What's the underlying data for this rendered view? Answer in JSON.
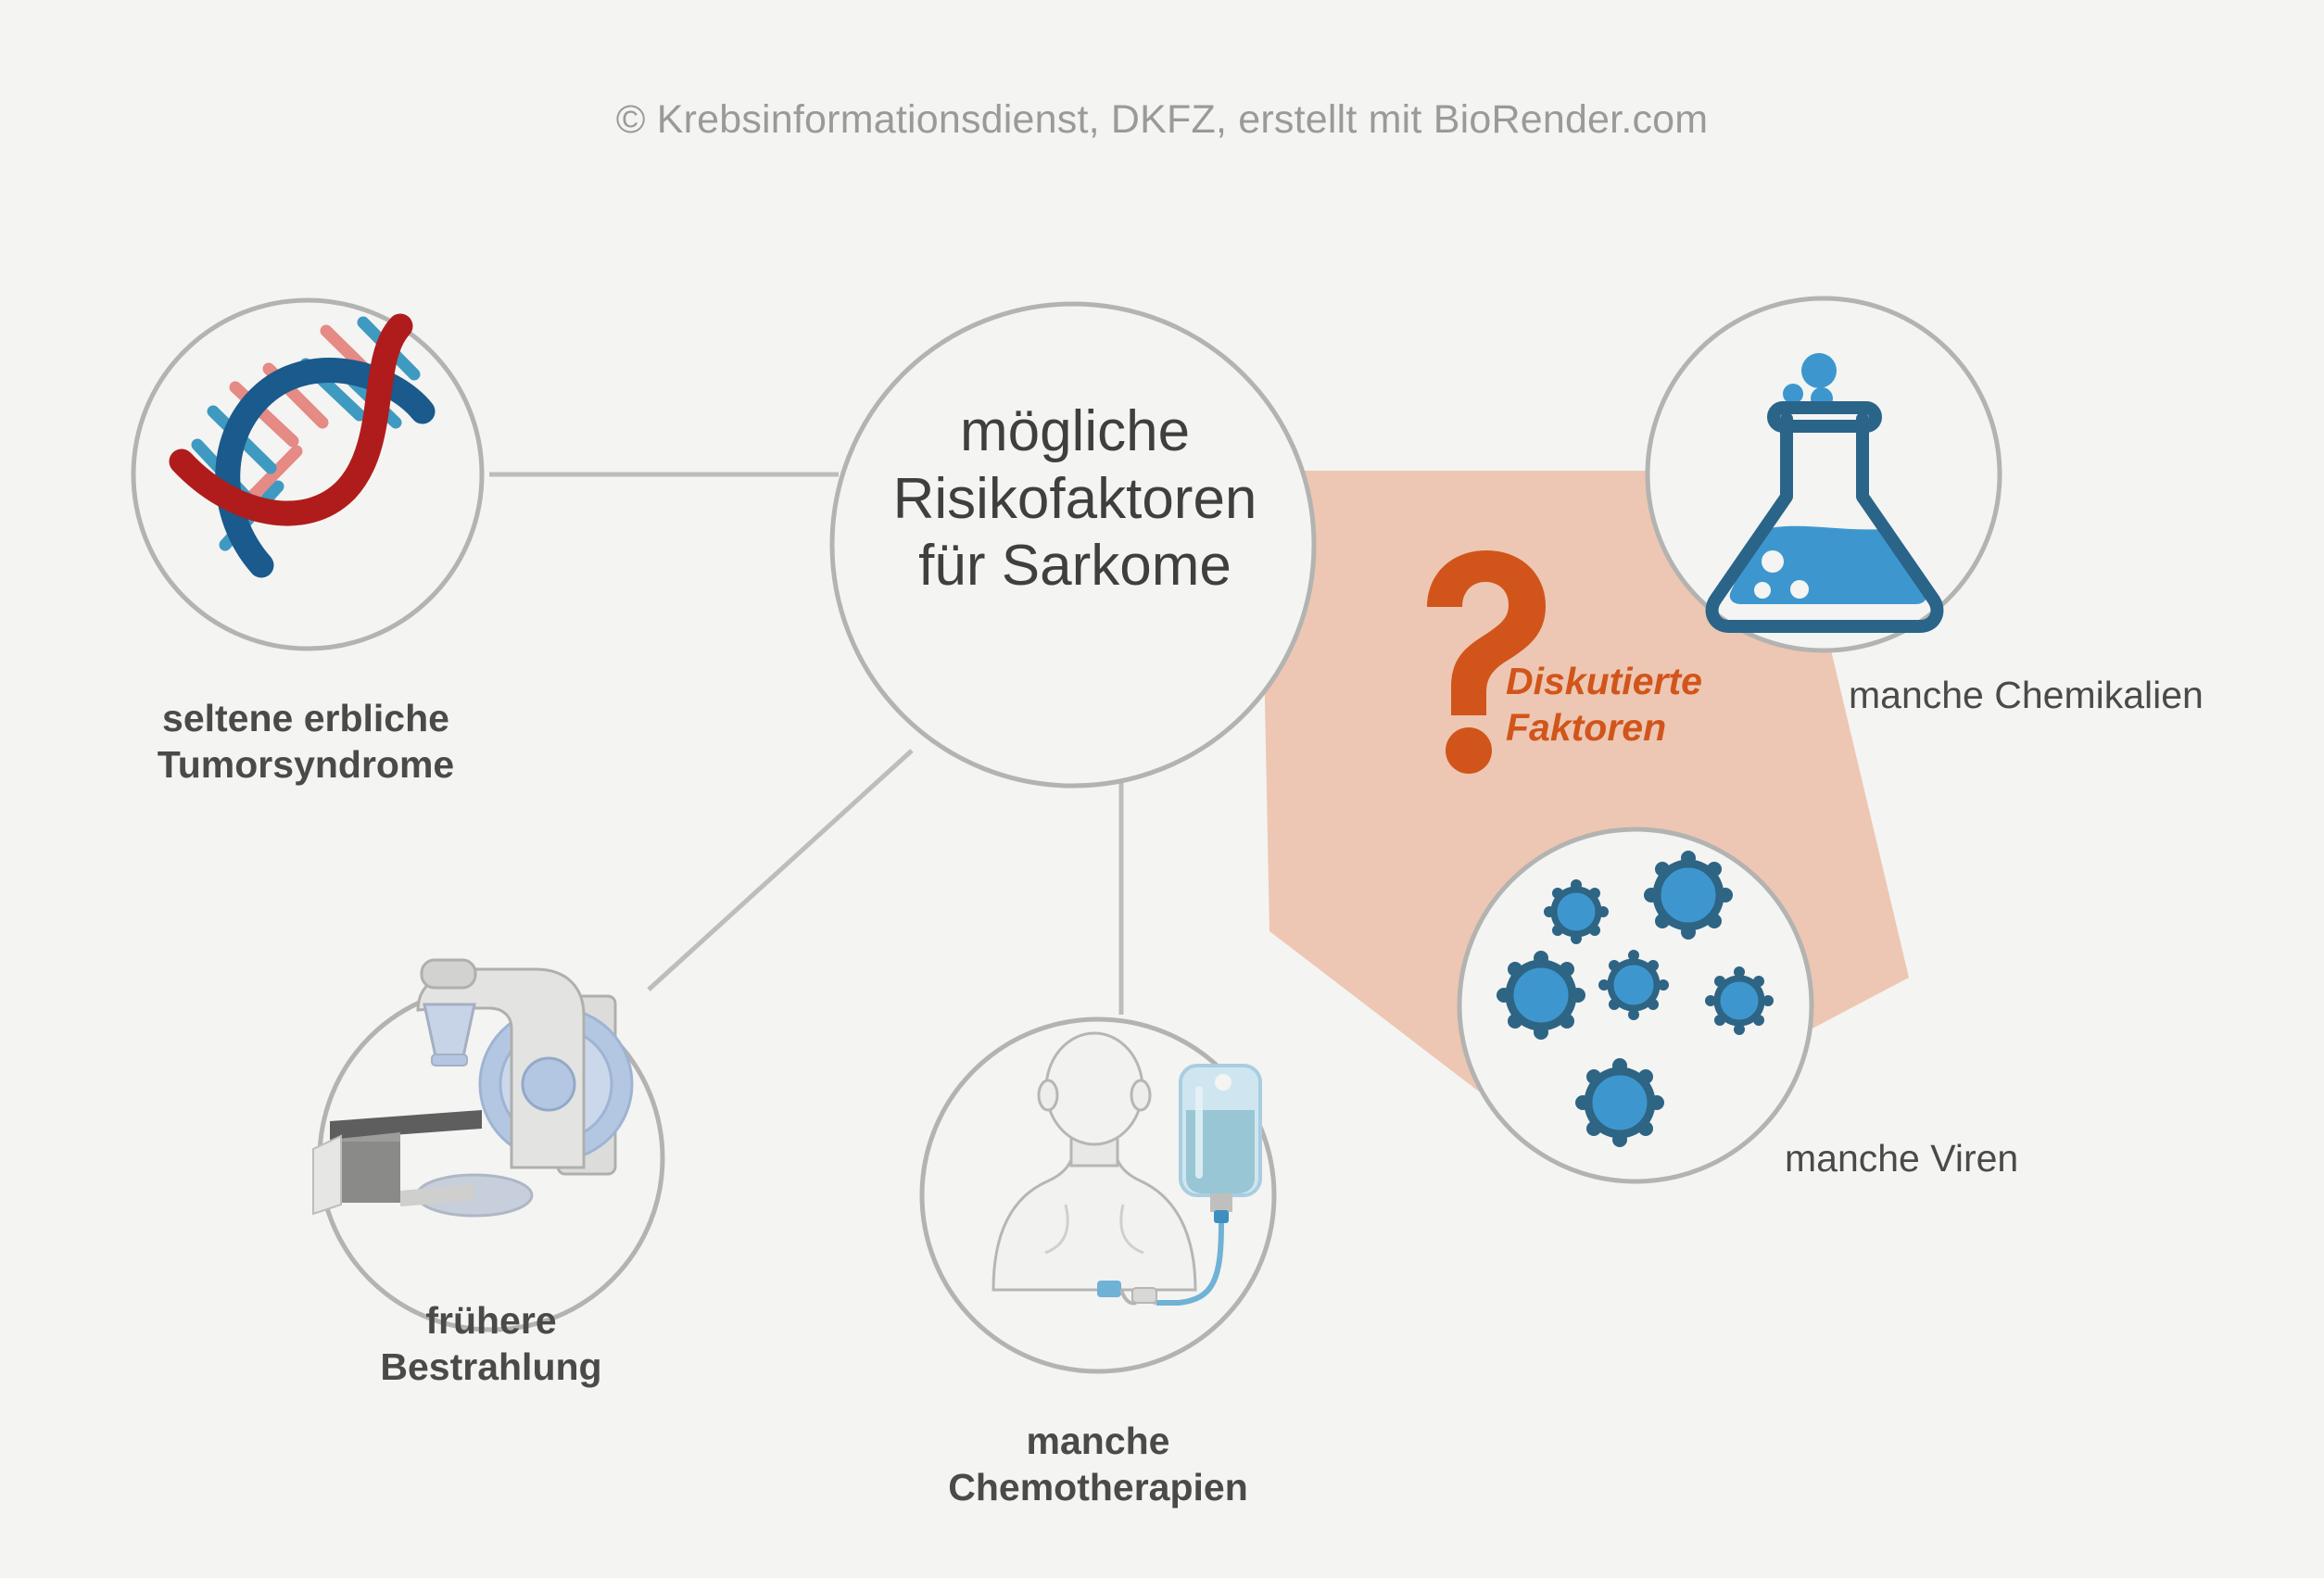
{
  "credit": "© Krebsinformationsdienst, DKFZ, erstellt mit BioRender.com",
  "center": {
    "title": "mögliche\nRisikofaktoren\nfür Sarkome"
  },
  "highlight": {
    "label": "Diskutierte\nFaktoren",
    "marker_icon": "question-mark-icon",
    "fill_color": "#EDC7B3",
    "text_color": "#D1551B"
  },
  "nodes": [
    {
      "id": "hereditary",
      "label": "seltene erbliche\nTumorsyndrome",
      "icon": "dna-helix-icon",
      "bold": true
    },
    {
      "id": "radiation",
      "label": "frühere\nBestrahlung",
      "icon": "radiotherapy-machine-icon",
      "bold": true
    },
    {
      "id": "chemotherapy",
      "label": "manche\nChemotherapien",
      "icon": "iv-infusion-patient-icon",
      "bold": true
    },
    {
      "id": "chemicals",
      "label": "manche Chemikalien",
      "icon": "erlenmeyer-flask-icon",
      "bold": false
    },
    {
      "id": "viruses",
      "label": "manche Viren",
      "icon": "virus-particles-icon",
      "bold": false
    }
  ],
  "colors": {
    "background": "#F4F4F2",
    "circle_stroke": "#B3B3B1",
    "connector": "#BDBDBB",
    "text": "#4A4A48",
    "credit": "#9A9A98",
    "dna_blue": "#1A5A8C",
    "dna_red": "#B01C1C",
    "dna_rung_cyan": "#3E9AC0",
    "dna_rung_pink": "#E58A85",
    "flask_outline": "#2A6489",
    "flask_liquid": "#3D97CE",
    "virus_spike": "#2E6484",
    "virus_core": "#3D97CE",
    "machine_body": "#DCDCDA",
    "machine_blue": "#B4C7E2",
    "couch_dark": "#5E5E5E"
  }
}
